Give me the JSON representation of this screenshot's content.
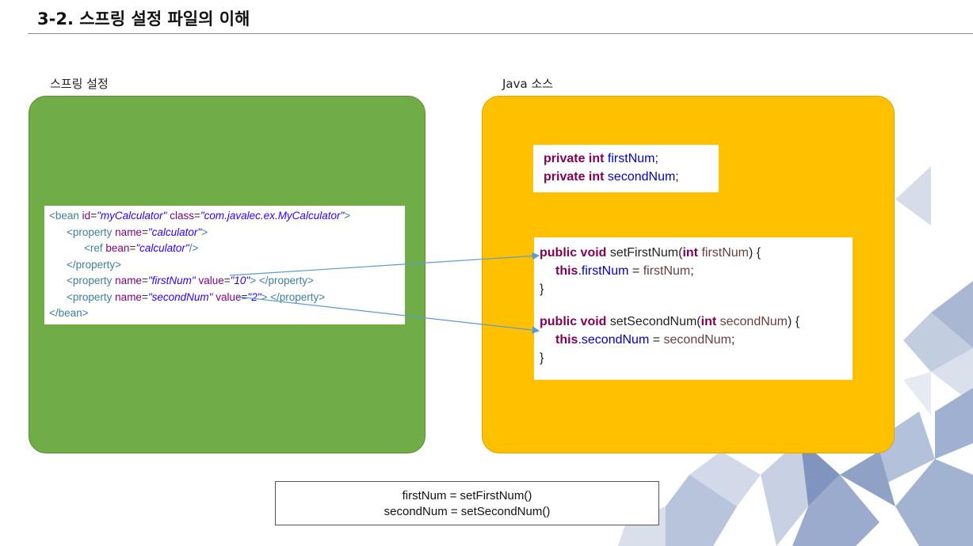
{
  "slide": {
    "title": "3-2. 스프링 설정 파일의 이해"
  },
  "spring_panel": {
    "label": "스프링 설정",
    "color": "#70ad47",
    "xml": {
      "line1": {
        "open": "<bean ",
        "attr1": "id",
        "eq1": "=",
        "val1": "\"myCalculator\"",
        "sp": " ",
        "attr2": "class",
        "eq2": "=",
        "val2": "\"com.javalec.ex.MyCalculator\"",
        "close": ">"
      },
      "line2": {
        "open": "<property ",
        "attr1": "name",
        "eq1": "=",
        "val1": "\"calculator\"",
        "close": ">"
      },
      "line3": {
        "open": "<ref ",
        "attr1": "bean",
        "eq1": "=",
        "val1": "\"calculator\"",
        "close": "/>"
      },
      "line4": {
        "text": "</property>"
      },
      "line5": {
        "open": "<property ",
        "attr1": "name",
        "eq1": "=",
        "val1": "\"firstNum\"",
        "sp": " ",
        "attr2": "value",
        "eq2": "=",
        "val2": "\"10\"",
        "close": "> </property>"
      },
      "line6": {
        "open": "<property ",
        "attr1": "name",
        "eq1": "=",
        "val1": "\"secondNum\"",
        "sp": " ",
        "attr2": "value",
        "eq2": "=",
        "val2": "\"2\"",
        "close": "> </property>"
      },
      "line7": {
        "text": "</bean>"
      }
    }
  },
  "java_panel": {
    "label": "Java 소스",
    "color": "#ffc000",
    "fields": {
      "line1": {
        "kw": "private int",
        "name": " firstNum",
        "end": ";"
      },
      "line2": {
        "kw": "private int",
        "name": " secondNum",
        "end": ";"
      }
    },
    "methods": {
      "m1_sig": {
        "kw": "public void",
        "name": " setFirstNum(",
        "ptype": "int",
        "pname": " firstNum",
        "end": ") {"
      },
      "m1_body": {
        "kw": "this",
        "field": ".firstNum",
        "op": " = ",
        "param": "firstNum",
        "end": ";"
      },
      "m1_close": "}",
      "m2_sig": {
        "kw": "public void",
        "name": " setSecondNum(",
        "ptype": "int",
        "pname": " secondNum",
        "end": ") {"
      },
      "m2_body": {
        "kw": "this",
        "field": ".secondNum",
        "op": " = ",
        "param": "secondNum",
        "end": ";"
      },
      "m2_close": "}"
    }
  },
  "mapping_box": {
    "line1": "firstNum  =  setFirstNum()",
    "line2": "secondNum  =  setSecondNum()"
  },
  "colors": {
    "arrow": "#5b9bd5",
    "xml_tag": "#3f7f9f",
    "xml_attr": "#7f007f",
    "xml_value": "#2a00ff",
    "java_keyword": "#7f0055",
    "java_field": "#0000c0"
  }
}
